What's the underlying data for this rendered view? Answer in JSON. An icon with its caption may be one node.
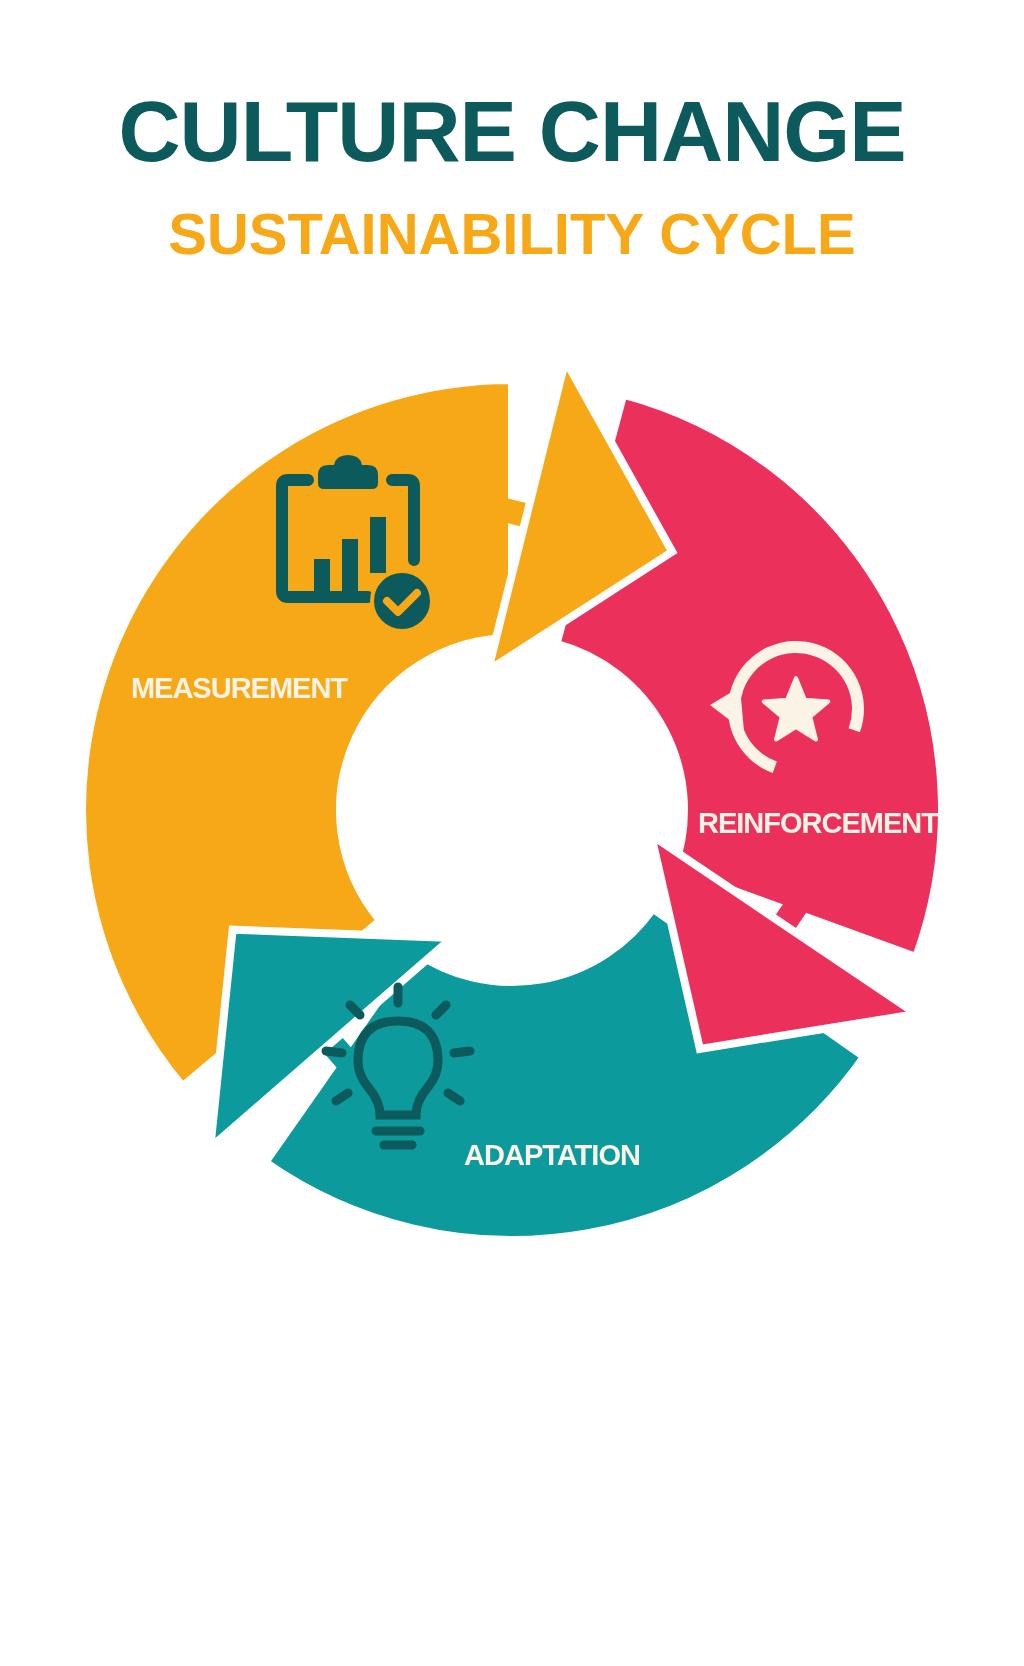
{
  "diagram": {
    "title": "CULTURE CHANGE",
    "nodes": [
      {
        "text": [
          "MEASUREMENT"
        ]
      },
      {
        "text": [
          "REINFORCEMENT"
        ]
      },
      {
        "text": [
          "ADAPTATION"
        ]
      }
    ],
    "edges": [
      {
        "from": 0,
        "to": 1,
        "arrow": "to",
        "color": "#f6a817"
      },
      {
        "from": 1,
        "to": 2,
        "arrow": "to",
        "color": "#ec305c"
      },
      {
        "from": 2,
        "to": 0,
        "arrow": "to",
        "color": "#0c9a9c"
      }
    ],
    "labels": [
      "SUSTAINABILITY CYCLE"
    ]
  }
}
